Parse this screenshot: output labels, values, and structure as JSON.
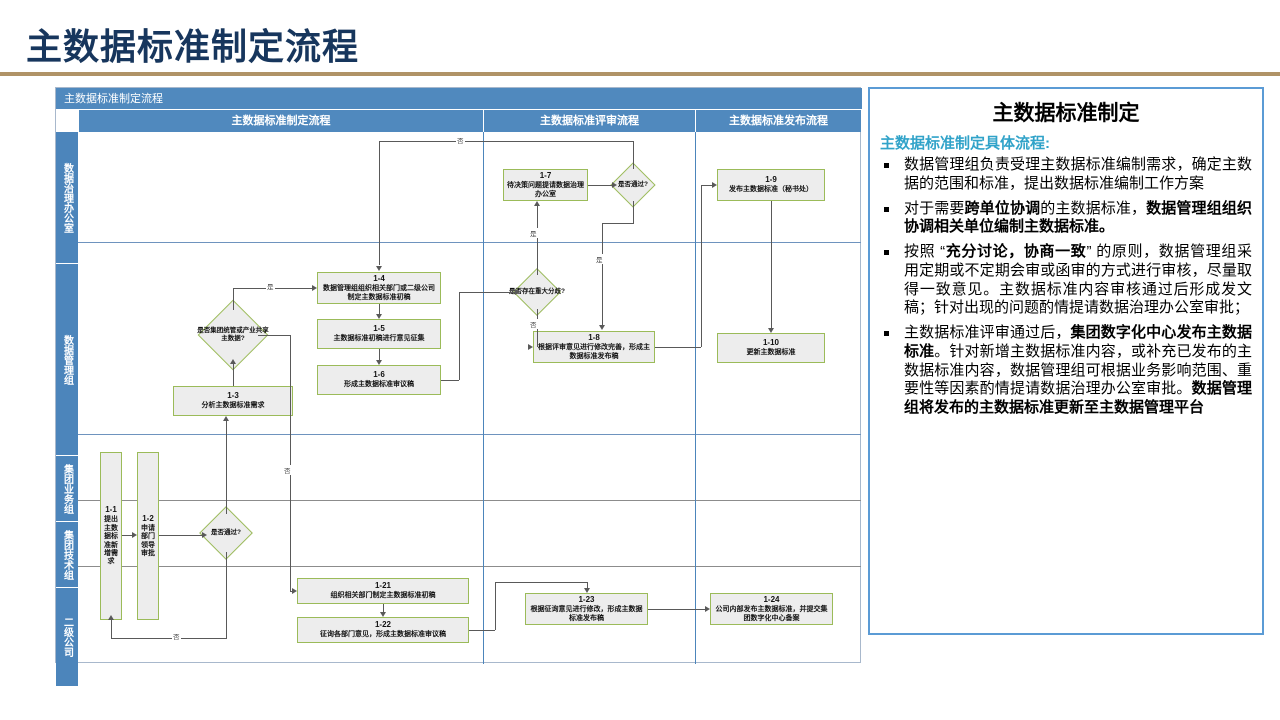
{
  "slide": {
    "title": "主数据标准制定流程"
  },
  "flow": {
    "banner": "主数据标准制定流程",
    "lanes": [
      {
        "label": "数据治理办公室"
      },
      {
        "label": "数据管理组"
      },
      {
        "label": "集团业务组"
      },
      {
        "label": "集团技术组"
      },
      {
        "label": "二级公司"
      }
    ],
    "columns": [
      {
        "label": "主数据标准制定流程"
      },
      {
        "label": "主数据标准评审流程"
      },
      {
        "label": "主数据标准发布流程"
      }
    ],
    "nodes": [
      {
        "id": "1-1",
        "text": "提出主数据标准新增需求"
      },
      {
        "id": "1-2",
        "text": "申请部门领导审批"
      },
      {
        "id": "1-3",
        "text": "分析主数据标准需求"
      },
      {
        "id": "1-4",
        "text": "数据管理组组织相关部门或二级公司制定主数据标准初稿"
      },
      {
        "id": "1-5",
        "text": "主数据标准初稿进行意见征集"
      },
      {
        "id": "1-6",
        "text": "形成主数据标准审议稿"
      },
      {
        "id": "1-7",
        "text": "待决策问题提请数据治理办公室"
      },
      {
        "id": "1-8",
        "text": "根据评审意见进行修改完善，形成主数据标准发布稿"
      },
      {
        "id": "1-9",
        "text": "发布主数据标准（秘书处）"
      },
      {
        "id": "1-10",
        "text": "更新主数据标准"
      },
      {
        "id": "1-21",
        "text": "组织相关部门制定主数据标准初稿"
      },
      {
        "id": "1-22",
        "text": "征询各部门意见，形成主数据标准审议稿"
      },
      {
        "id": "1-23",
        "text": "根据征询意见进行修改，形成主数据标准发布稿"
      },
      {
        "id": "1-24",
        "text": "公司内部发布主数据标准，并提交集团数字化中心备案"
      }
    ],
    "decisions": [
      {
        "key": "d1",
        "text": "是否通过?"
      },
      {
        "key": "d2",
        "text": "是否集团统管或产业共享主数据?"
      },
      {
        "key": "d3",
        "text": "是否存在重大分歧?"
      },
      {
        "key": "d4",
        "text": "是否通过?"
      }
    ],
    "edge_labels": {
      "yes": "是",
      "no": "否"
    }
  },
  "panel": {
    "title": "主数据标准制定",
    "subtitle": "主数据标准制定具体流程:",
    "bullets": [
      {
        "parts": [
          {
            "t": "数据管理组负责受理主数据标准编制需求，确定主数据的范围和标准，提出数据标准编制工作方案",
            "bold": false
          }
        ]
      },
      {
        "parts": [
          {
            "t": "对于需要",
            "bold": false
          },
          {
            "t": "跨单位协调",
            "bold": true
          },
          {
            "t": "的主数据标准，",
            "bold": false
          },
          {
            "t": "数据管理组组织协调相关单位编制主数据标准。",
            "bold": true
          }
        ]
      },
      {
        "parts": [
          {
            "t": "按照 “",
            "bold": false
          },
          {
            "t": "充分讨论，协商一致",
            "bold": true
          },
          {
            "t": "” 的原则，数据管理组采用定期或不定期会审或函审的方式进行审核，尽量取得一致意见。主数据标准内容审核通过后形成发文稿；针对出现的问题酌情提请数据治理办公室审批；",
            "bold": false
          }
        ]
      },
      {
        "parts": [
          {
            "t": "主数据标准评审通过后，",
            "bold": false
          },
          {
            "t": "集团数字化中心发布主数据标准",
            "bold": true
          },
          {
            "t": "。针对新增主数据标准内容，或补充已发布的主数据标准内容，数据管理组可根据业务影响范围、重要性等因素酌情提请数据治理办公室审批。",
            "bold": false
          },
          {
            "t": "数据管理组将发布的主数据标准更新至主数据管理平台",
            "bold": true
          }
        ]
      }
    ]
  },
  "colors": {
    "title_navy": "#17365D",
    "gold_rule": "#B09367",
    "header_blue": "#5089BE",
    "lane_blue": "#4C85BB",
    "node_border_green": "#9BBB59",
    "node_fill": "#EDEDED",
    "connector": "#595959",
    "panel_border": "#5B9BD5",
    "subtitle_cyan": "#31A3C9"
  }
}
